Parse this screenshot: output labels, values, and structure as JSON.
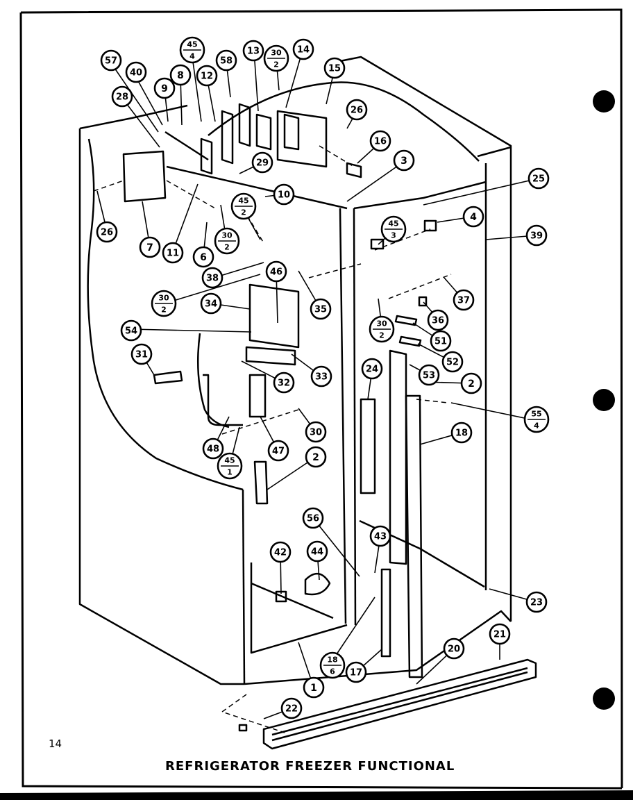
{
  "page_number": "14",
  "title": "REFRIGERATOR FREEZER FUNCTIONAL",
  "callouts": [
    {
      "id": "c57",
      "text": "57"
    },
    {
      "id": "c40",
      "text": "40"
    },
    {
      "id": "c28a",
      "text": "28"
    },
    {
      "id": "c9",
      "text": "9"
    },
    {
      "id": "c8",
      "text": "8"
    },
    {
      "id": "c12",
      "text": "12"
    },
    {
      "id": "c58",
      "text": "58"
    },
    {
      "id": "c13",
      "text": "13"
    },
    {
      "id": "c14",
      "text": "14"
    },
    {
      "id": "c15",
      "text": "15"
    },
    {
      "id": "c26a",
      "text": "26"
    },
    {
      "id": "c16",
      "text": "16"
    },
    {
      "id": "c3",
      "text": "3"
    },
    {
      "id": "c29",
      "text": "29"
    },
    {
      "id": "c10",
      "text": "10"
    },
    {
      "id": "c26b",
      "text": "26"
    },
    {
      "id": "c7",
      "text": "7"
    },
    {
      "id": "c11",
      "text": "11"
    },
    {
      "id": "c6",
      "text": "6"
    },
    {
      "id": "c25",
      "text": "25"
    },
    {
      "id": "c4",
      "text": "4"
    },
    {
      "id": "c39",
      "text": "39"
    },
    {
      "id": "c38",
      "text": "38"
    },
    {
      "id": "c46",
      "text": "46"
    },
    {
      "id": "c34",
      "text": "34"
    },
    {
      "id": "c35",
      "text": "35"
    },
    {
      "id": "c36",
      "text": "36"
    },
    {
      "id": "c37",
      "text": "37"
    },
    {
      "id": "c54",
      "text": "54"
    },
    {
      "id": "c51",
      "text": "51"
    },
    {
      "id": "c52",
      "text": "52"
    },
    {
      "id": "c31",
      "text": "31"
    },
    {
      "id": "c32",
      "text": "32"
    },
    {
      "id": "c33",
      "text": "33"
    },
    {
      "id": "c24",
      "text": "24"
    },
    {
      "id": "c53",
      "text": "53"
    },
    {
      "id": "c2a",
      "text": "2"
    },
    {
      "id": "c30a",
      "text": "30"
    },
    {
      "id": "c18",
      "text": "18"
    },
    {
      "id": "c48",
      "text": "48"
    },
    {
      "id": "c47",
      "text": "47"
    },
    {
      "id": "c2b",
      "text": "2"
    },
    {
      "id": "c56",
      "text": "56"
    },
    {
      "id": "c43",
      "text": "43"
    },
    {
      "id": "c42",
      "text": "42"
    },
    {
      "id": "c44",
      "text": "44"
    },
    {
      "id": "c23",
      "text": "23"
    },
    {
      "id": "c21",
      "text": "21"
    },
    {
      "id": "c20",
      "text": "20"
    },
    {
      "id": "c17",
      "text": "17"
    },
    {
      "id": "c1",
      "text": "1"
    },
    {
      "id": "c22",
      "text": "22"
    }
  ],
  "fractions": [
    {
      "id": "f45_4a",
      "top": "45",
      "bottom": "4"
    },
    {
      "id": "f30_2a",
      "top": "30",
      "bottom": "2"
    },
    {
      "id": "f45_2",
      "top": "45",
      "bottom": "2"
    },
    {
      "id": "f30_2b",
      "top": "30",
      "bottom": "2"
    },
    {
      "id": "f45_3",
      "top": "45",
      "bottom": "3"
    },
    {
      "id": "f30_2c",
      "top": "30",
      "bottom": "2"
    },
    {
      "id": "f30_2d",
      "top": "30",
      "bottom": "2"
    },
    {
      "id": "f55_4",
      "top": "55",
      "bottom": "4"
    },
    {
      "id": "f45_1",
      "top": "45",
      "bottom": "1"
    },
    {
      "id": "f18_6",
      "top": "18",
      "bottom": "6"
    }
  ]
}
